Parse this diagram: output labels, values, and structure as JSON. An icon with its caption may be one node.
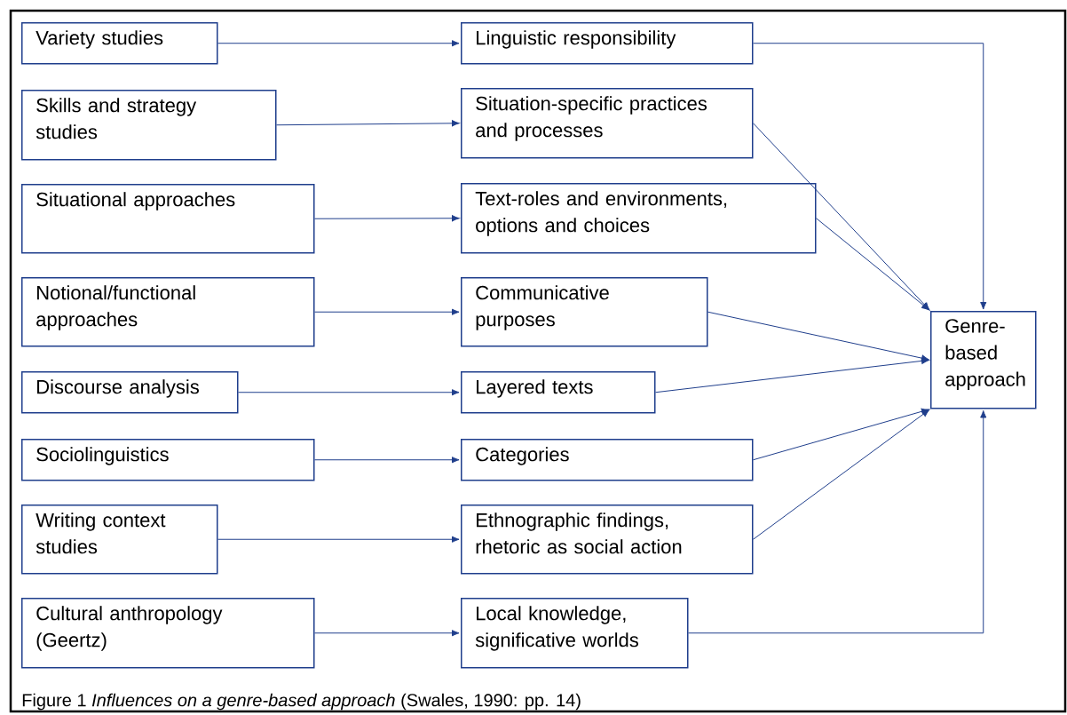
{
  "diagram": {
    "caption": "Figure 1 *Influences on a genre-based approach* (Swales, 1990: pp. 14)",
    "nodes": [
      {
        "text": [
          "Variety studies"
        ]
      },
      {
        "text": [
          "Linguistic responsibility"
        ]
      },
      {
        "text": [
          "Skills and strategy studies"
        ]
      },
      {
        "text": [
          "Situation-specific practices and processes"
        ]
      },
      {
        "text": [
          "Situational approaches"
        ]
      },
      {
        "text": [
          "Text-roles and environments, options and choices"
        ]
      },
      {
        "text": [
          "Notional/functional approaches"
        ]
      },
      {
        "text": [
          "Communicative purposes"
        ]
      },
      {
        "text": [
          "Discourse analysis"
        ]
      },
      {
        "text": [
          "Layered texts"
        ]
      },
      {
        "text": [
          "Sociolinguistics"
        ]
      },
      {
        "text": [
          "Categories"
        ]
      },
      {
        "text": [
          "Writing context studies"
        ]
      },
      {
        "text": [
          "Ethnographic findings, rhetoric as social action"
        ]
      },
      {
        "text": [
          "Cultural anthropology (Geertz)"
        ]
      },
      {
        "text": [
          "Local knowledge, significative worlds"
        ]
      },
      {
        "text": [
          "Genre-based approach"
        ]
      }
    ],
    "edges": [
      {
        "from": 0,
        "to": 1,
        "arrow": "to"
      },
      {
        "from": 2,
        "to": 3,
        "arrow": "to"
      },
      {
        "from": 4,
        "to": 5,
        "arrow": "to"
      },
      {
        "from": 6,
        "to": 7,
        "arrow": "to"
      },
      {
        "from": 8,
        "to": 9,
        "arrow": "to"
      },
      {
        "from": 10,
        "to": 11,
        "arrow": "to"
      },
      {
        "from": 12,
        "to": 13,
        "arrow": "to"
      },
      {
        "from": 14,
        "to": 15,
        "arrow": "to"
      },
      {
        "from": 1,
        "to": 16,
        "arrow": "to"
      },
      {
        "from": 3,
        "to": 16,
        "arrow": "to"
      },
      {
        "from": 5,
        "to": 16,
        "arrow": "to"
      },
      {
        "from": 7,
        "to": 16,
        "arrow": "to"
      },
      {
        "from": 9,
        "to": 16,
        "arrow": "to"
      },
      {
        "from": 11,
        "to": 16,
        "arrow": "to"
      },
      {
        "from": 13,
        "to": 16,
        "arrow": "to"
      },
      {
        "from": 15,
        "to": 16,
        "arrow": "to"
      }
    ]
  }
}
